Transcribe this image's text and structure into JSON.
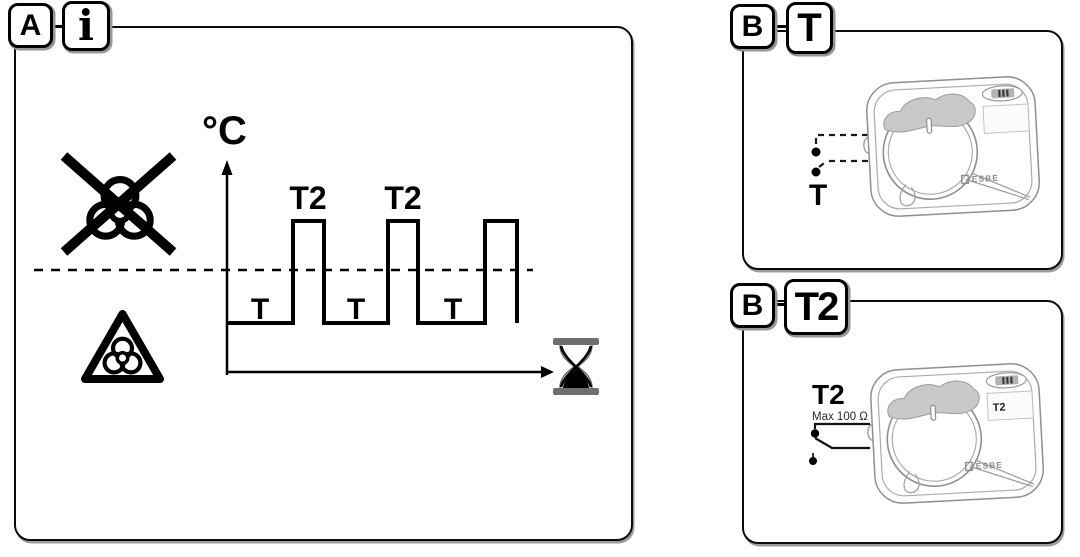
{
  "panel_a": {
    "badge": "A",
    "info_icon": "i",
    "graph": {
      "y_axis_label": "°C",
      "pulse_labels": [
        "T2",
        "T2"
      ],
      "base_labels": [
        "T",
        "T",
        "T"
      ]
    }
  },
  "panel_b_t": {
    "badge": "B",
    "variant": "T",
    "terminal_label": "T",
    "device": {
      "brand": "ESBE",
      "label_plate": ""
    }
  },
  "panel_b_t2": {
    "badge": "B",
    "variant": "T2",
    "terminal_label": "T2",
    "resistance_note": "Max 100 Ω",
    "device": {
      "brand": "ESBE",
      "label_plate": "T2"
    }
  },
  "colors": {
    "ink": "#000000",
    "panel_border": "#0c0c0c",
    "device_outline": "#8f8f8f",
    "shade_fill": "#c9c9c9",
    "shadow": "#9c9c9c"
  }
}
